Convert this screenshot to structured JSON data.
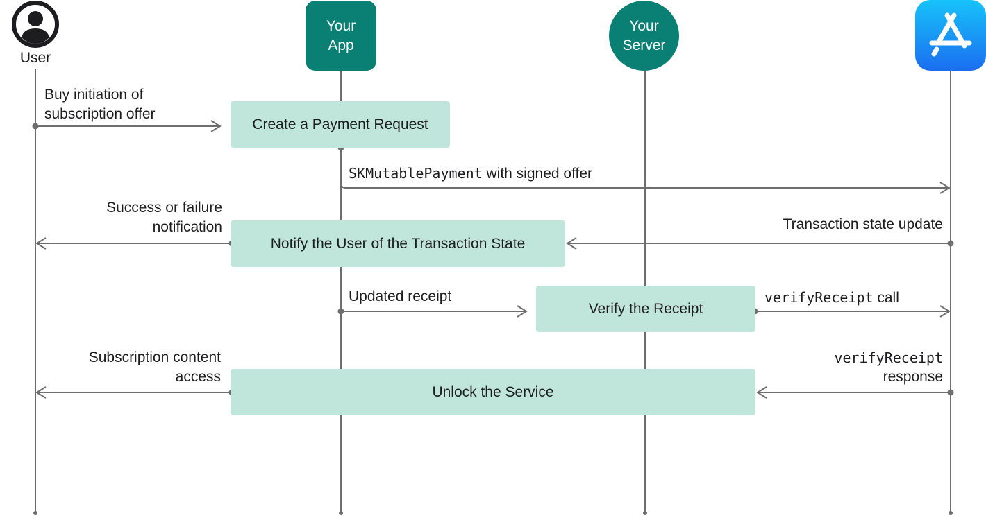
{
  "actors": {
    "user": {
      "label": "User",
      "icon": "user-circle-icon"
    },
    "app": {
      "line1": "Your",
      "line2": "App"
    },
    "server": {
      "line1": "Your",
      "line2": "Server"
    },
    "store": {
      "icon": "app-store-icon"
    }
  },
  "boxes": {
    "create_payment": "Create a Payment Request",
    "notify_user": "Notify the User of the Transaction State",
    "verify_receipt": "Verify the Receipt",
    "unlock_service": "Unlock the Service"
  },
  "messages": {
    "buy_initiation_line1": "Buy initiation of",
    "buy_initiation_line2": "subscription offer",
    "skmutable_code": "SKMutablePayment",
    "skmutable_text": " with signed offer",
    "success_line1": "Success or failure",
    "success_line2": "notification",
    "transaction_update": "Transaction state update",
    "updated_receipt": "Updated receipt",
    "verify_call_code": "verifyReceipt",
    "verify_call_text": " call",
    "content_access_line1": "Subscription content",
    "content_access_line2": "access",
    "verify_response_code": "verifyReceipt",
    "verify_response_text": "response"
  },
  "colors": {
    "accent": "#0a7f73",
    "box_fill": "#c0e6dc",
    "line": "#6e6e6e",
    "store_top": "#17c3fa",
    "store_bottom": "#1a6ef0"
  }
}
